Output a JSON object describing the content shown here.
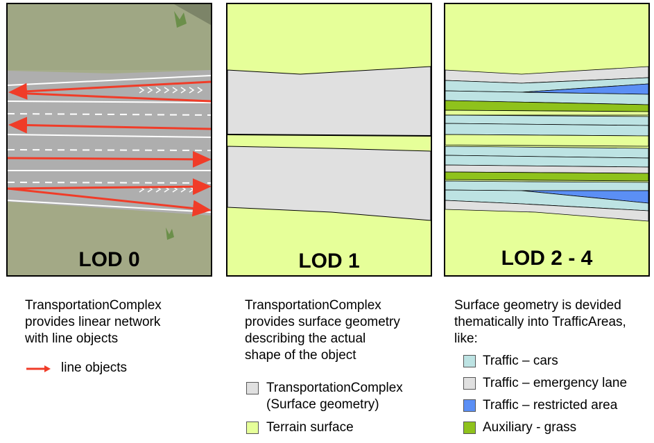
{
  "panels": [
    {
      "title": "LOD 0"
    },
    {
      "title": "LOD 1"
    },
    {
      "title": "LOD 2 - 4"
    }
  ],
  "descriptions": {
    "lod0": [
      "TransportationComplex",
      "provides linear network",
      "with line objects"
    ],
    "lod1": [
      "TransportationComplex",
      "provides surface geometry",
      "describing the actual",
      "shape of the object"
    ],
    "lod2": [
      "Surface geometry is devided",
      "thematically into TrafficAreas,",
      "like:"
    ]
  },
  "legend_lod0": {
    "label": "line objects",
    "color": "#f03c28"
  },
  "legend_lod1": [
    {
      "label": "TransportationComplex",
      "label2": "(Surface geometry)",
      "color": "#e0e0e0"
    },
    {
      "label": "Terrain surface",
      "color": "#e6ff99"
    }
  ],
  "legend_lod2": [
    {
      "label": "Traffic – cars",
      "color": "#bde3e3"
    },
    {
      "label": "Traffic – emergency lane",
      "color": "#e0e0e0"
    },
    {
      "label": "Traffic – restricted area",
      "color": "#5b8ff5"
    },
    {
      "label": "Auxiliary - grass",
      "color": "#8fc21c"
    }
  ]
}
